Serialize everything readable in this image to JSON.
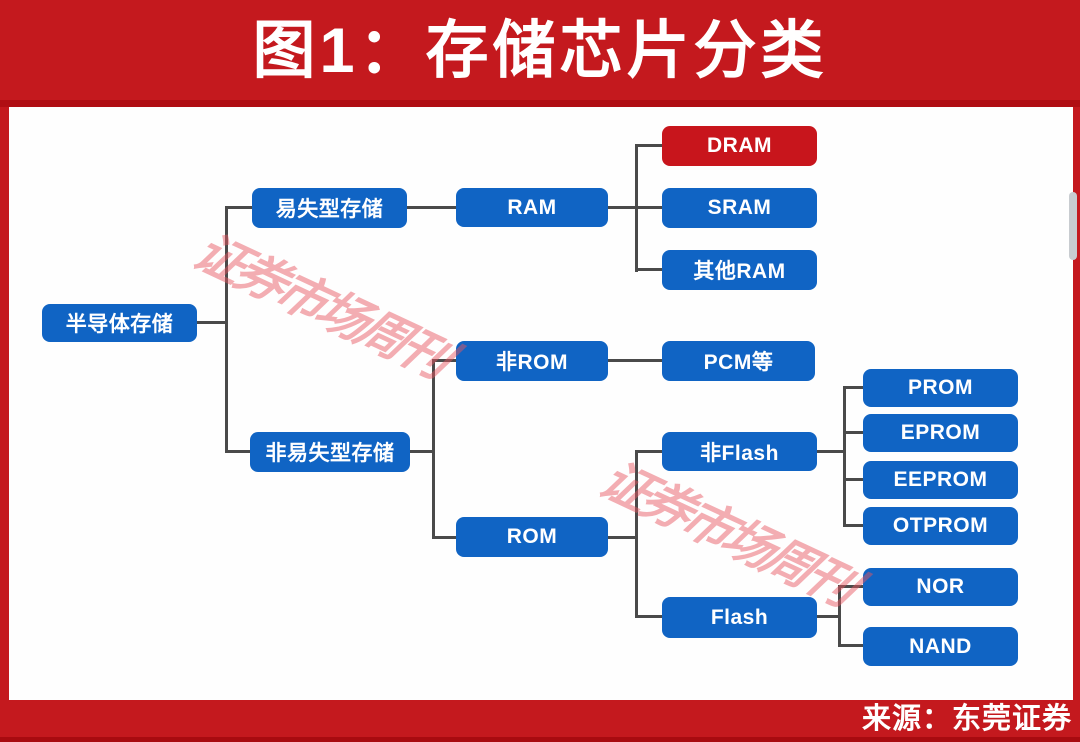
{
  "title": "图1：存储芯片分类",
  "source_label": "来源：东莞证券",
  "watermark_text": "证券市场周刊",
  "colors": {
    "frame_red": "#C4191E",
    "divider_red": "#B00E13",
    "node_blue": "#1064C4",
    "highlight_node_red": "#C8151C",
    "connector_gray": "#4A4A4A",
    "watermark_pink": "#E85660",
    "text_white": "#FFFFFF"
  },
  "tree": {
    "root": {
      "label": "半导体存储"
    },
    "volatile": {
      "label": "易失型存储"
    },
    "nonvolatile": {
      "label": "非易失型存储"
    },
    "ram": {
      "label": "RAM"
    },
    "nonrom": {
      "label": "非ROM"
    },
    "rom": {
      "label": "ROM"
    },
    "dram": {
      "label": "DRAM",
      "highlight": true
    },
    "sram": {
      "label": "SRAM"
    },
    "other_ram": {
      "label": "其他RAM"
    },
    "pcm": {
      "label": "PCM等"
    },
    "nonflash": {
      "label": "非Flash"
    },
    "flash": {
      "label": "Flash"
    },
    "prom": {
      "label": "PROM"
    },
    "eprom": {
      "label": "EPROM"
    },
    "eeprom": {
      "label": "EEPROM"
    },
    "otprom": {
      "label": "OTPROM"
    },
    "nor": {
      "label": "NOR"
    },
    "nand": {
      "label": "NAND"
    }
  },
  "edges": [
    [
      "root",
      "volatile"
    ],
    [
      "root",
      "nonvolatile"
    ],
    [
      "volatile",
      "ram"
    ],
    [
      "ram",
      "dram"
    ],
    [
      "ram",
      "sram"
    ],
    [
      "ram",
      "other_ram"
    ],
    [
      "nonvolatile",
      "nonrom"
    ],
    [
      "nonvolatile",
      "rom"
    ],
    [
      "nonrom",
      "pcm"
    ],
    [
      "rom",
      "nonflash"
    ],
    [
      "rom",
      "flash"
    ],
    [
      "nonflash",
      "prom"
    ],
    [
      "nonflash",
      "eprom"
    ],
    [
      "nonflash",
      "eeprom"
    ],
    [
      "nonflash",
      "otprom"
    ],
    [
      "flash",
      "nor"
    ],
    [
      "flash",
      "nand"
    ]
  ]
}
